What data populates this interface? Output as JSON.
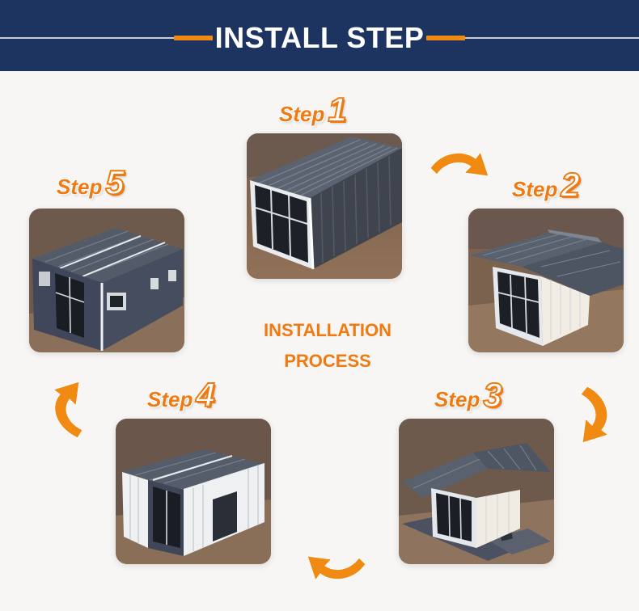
{
  "banner": {
    "title": "INSTALL STEP",
    "background_color": "#1d3461",
    "accent_color": "#f08a12"
  },
  "center": {
    "line1": "INSTALLATION",
    "line2": "PROCESS"
  },
  "steps": [
    {
      "word": "Step",
      "number": "1"
    },
    {
      "word": "Step",
      "number": "2"
    },
    {
      "word": "Step",
      "number": "3"
    },
    {
      "word": "Step",
      "number": "4"
    },
    {
      "word": "Step",
      "number": "5"
    }
  ],
  "accent_color": "#ef7a12",
  "icons": [
    "curved-arrow-icon"
  ]
}
